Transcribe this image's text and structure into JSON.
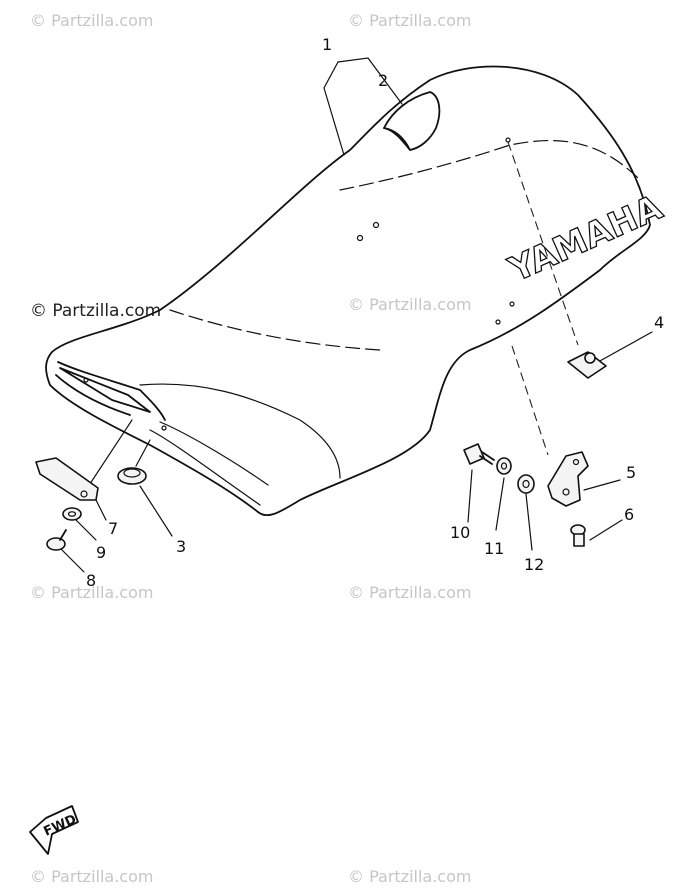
{
  "watermarks": {
    "top_left": "© Partzilla.com",
    "top_right": "© Partzilla.com",
    "mid_left": "© Partzilla.com",
    "mid_right": "© Partzilla.com",
    "lower_left": "© Partzilla.com",
    "lower_right": "© Partzilla.com",
    "bottom_left": "© Partzilla.com",
    "bottom_right": "© Partzilla.com"
  },
  "brand_text": "YAMAHA",
  "fwd_label": "FWD",
  "callouts": {
    "c1": "1",
    "c2": "2",
    "c3": "3",
    "c4": "4",
    "c5": "5",
    "c6": "6",
    "c7": "7",
    "c8": "8",
    "c9": "9",
    "c10": "10",
    "c11": "11",
    "c12": "12"
  }
}
